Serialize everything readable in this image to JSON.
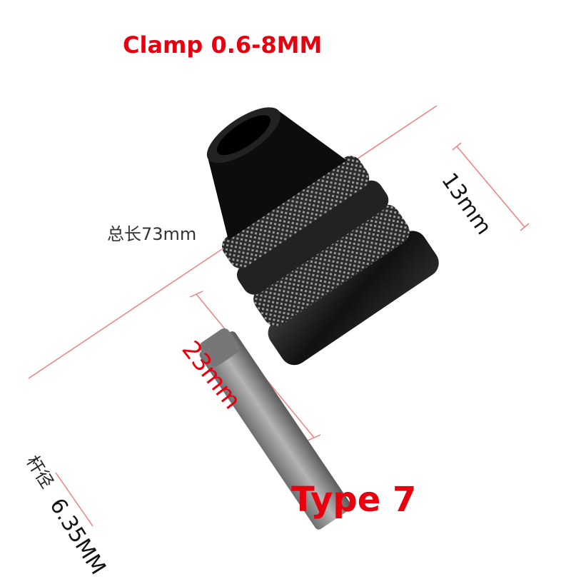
{
  "product": {
    "title": "Clamp 0.6-8MM",
    "type_label": "Type 7",
    "annotations": {
      "total_length": "总长73mm",
      "head_diameter": "13mm",
      "body_diameter": "23mm",
      "shank_label": "杆径",
      "shank_value": "6.35MM"
    },
    "colors": {
      "accent_red": "#e8000e",
      "dimension_line": "#f08080",
      "chuck_body": "#1a1a1a",
      "shank": "#8a8a8a"
    }
  }
}
